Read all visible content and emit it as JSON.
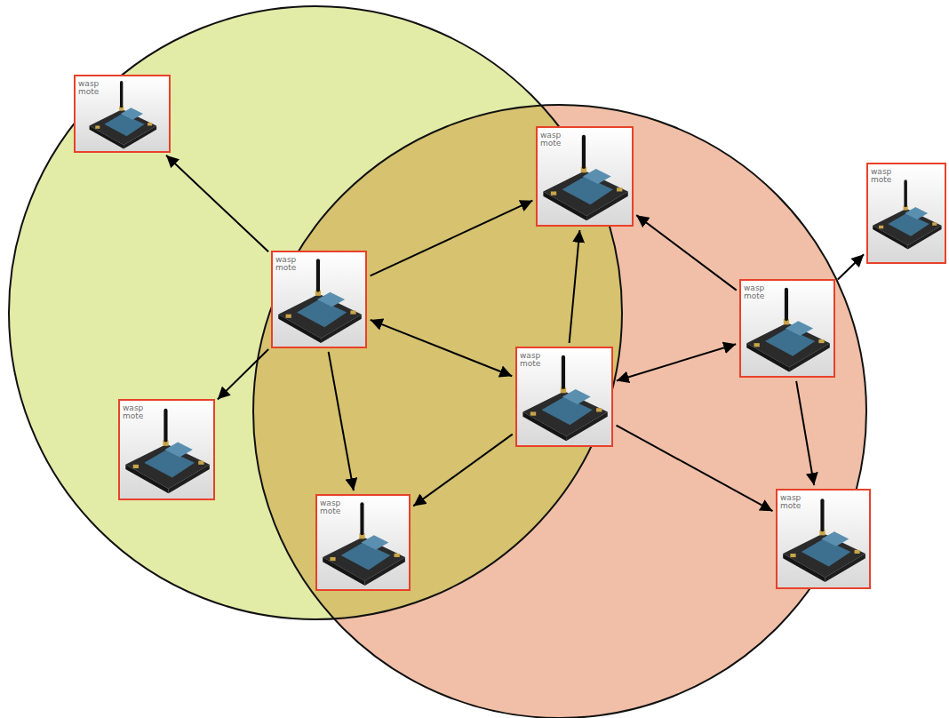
{
  "diagram": {
    "nodes": [
      {
        "text": [
          "wasp mote"
        ]
      },
      {
        "text": [
          "wasp mote"
        ]
      },
      {
        "text": [
          "wasp mote"
        ]
      },
      {
        "text": [
          "wasp mote"
        ]
      },
      {
        "text": [
          "wasp mote"
        ]
      },
      {
        "text": [
          "wasp mote"
        ]
      },
      {
        "text": [
          "wasp mote"
        ]
      },
      {
        "text": [
          "wasp mote"
        ]
      },
      {
        "text": [
          "wasp mote"
        ]
      }
    ],
    "edges": [
      {
        "from": 3,
        "to": 0,
        "arrow": "to"
      },
      {
        "from": 3,
        "to": 1,
        "arrow": "to"
      },
      {
        "from": 3,
        "to": 5,
        "arrow": "both"
      },
      {
        "from": 3,
        "to": 6,
        "arrow": "to"
      },
      {
        "from": 3,
        "to": 8,
        "arrow": "to"
      },
      {
        "from": 5,
        "to": 1,
        "arrow": "to"
      },
      {
        "from": 5,
        "to": 8,
        "arrow": "to"
      },
      {
        "from": 5,
        "to": 4,
        "arrow": "both"
      },
      {
        "from": 5,
        "to": 7,
        "arrow": "to"
      },
      {
        "from": 4,
        "to": 1,
        "arrow": "to"
      },
      {
        "from": 4,
        "to": 2,
        "arrow": "to"
      },
      {
        "from": 4,
        "to": 7,
        "arrow": "to"
      }
    ]
  }
}
